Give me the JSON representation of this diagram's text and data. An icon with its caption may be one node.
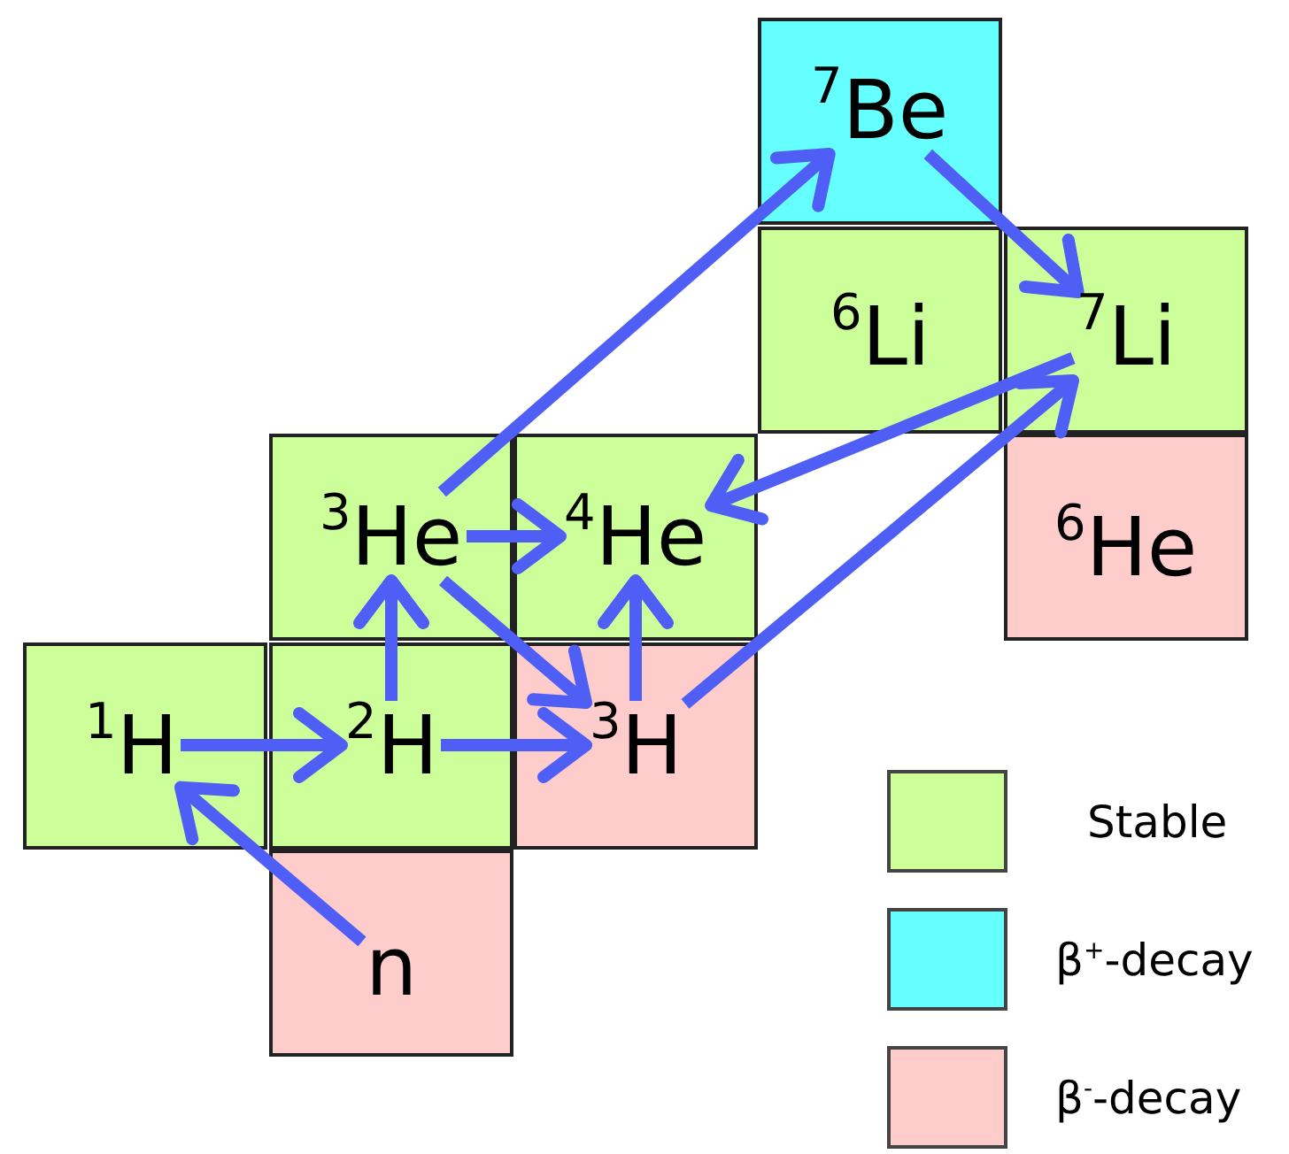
{
  "diagram": {
    "nodes": [
      {
        "text": [
          "$^{7}$Be"
        ]
      },
      {
        "text": [
          "$^{6}$Li"
        ]
      },
      {
        "text": [
          "$^{7}$Li"
        ]
      },
      {
        "text": [
          "$^{3}$He"
        ]
      },
      {
        "text": [
          "$^{4}$He"
        ]
      },
      {
        "text": [
          "$^{6}$He"
        ]
      },
      {
        "text": [
          "$^{1}$H"
        ]
      },
      {
        "text": [
          "$^{2}$H"
        ]
      },
      {
        "text": [
          "$^{3}$H"
        ]
      },
      {
        "text": [
          "n"
        ]
      }
    ],
    "edges": [
      {
        "from": 6,
        "to": 7,
        "arrow": "to"
      },
      {
        "from": 9,
        "to": 6,
        "arrow": "to"
      },
      {
        "from": 7,
        "to": 3,
        "arrow": "to"
      },
      {
        "from": 7,
        "to": 8,
        "arrow": "to"
      },
      {
        "from": 3,
        "to": 4,
        "arrow": "to"
      },
      {
        "from": 3,
        "to": 8,
        "arrow": "to"
      },
      {
        "from": 8,
        "to": 4,
        "arrow": "to"
      },
      {
        "from": 3,
        "to": 0,
        "arrow": "to"
      },
      {
        "from": 0,
        "to": 2,
        "arrow": "to"
      },
      {
        "from": 2,
        "to": 4,
        "arrow": "to"
      },
      {
        "from": 8,
        "to": 2,
        "arrow": "to"
      }
    ],
    "legend": [
      {
        "text": "Stable",
        "color": "#ccff99"
      },
      {
        "text": "β$^{+}$-decay",
        "color": "#66ffff"
      },
      {
        "text": "β$^{-}$-decay",
        "color": "#ffcccc"
      }
    ]
  }
}
